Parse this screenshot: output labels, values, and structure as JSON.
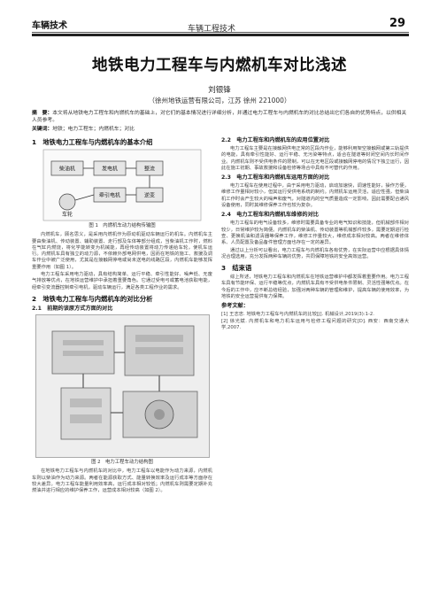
{
  "header": {
    "tag": "车辆技术",
    "section": "车辆工程技术",
    "page": "29"
  },
  "article": {
    "title": "地铁电力工程车与内燃机车对比浅述",
    "author": "刘银锋",
    "affiliation": "（徐州地铁运营有限公司，江苏 徐州 221000）",
    "abstract_label": "摘　要：",
    "abstract": "本文将从地铁电力工程车和内燃机车的基础上，对它们的基本情况进行详细分析，并通过电力工程车与内燃机车的对比总结出它们各自的优势特点，以供相关人员参考。",
    "keywords_label": "关键词：",
    "keywords": "地铁；电力工程车；内燃机车；对比"
  },
  "left": {
    "s1": "1　地铁电力工程车与内燃机车的基本介绍",
    "fig1_caption": "图 1　内燃机车动力结构传输图",
    "fig1_labels": [
      "柴油机",
      "发电机",
      "整流",
      "逆变",
      "牵引电机",
      "车轮"
    ],
    "p1": "内燃机车，顾名思义，是采用内燃机作为原动机驱动车辆运行的机车。内燃机车主要由柴油机、传动装置、辅助装置、走行部及车体等部分组成，当柴油机工作时，燃料在气缸内燃烧，将化学能转变为机械能，再经传动装置将动力传递给车轮，使机车运行。内燃机车具有独立的动力源，不依赖外部电网供电，因而在地铁的施工、救援及调车作业中被广泛使用，尤其是在接触网停电或尚未送电的线路区段，内燃机车能够发挥重要作用（如图 1）。",
    "p2": "电力工程车采用电力驱动，具有结构简单、运行平稳、牵引性能好、噪声低、无废气排放等优点，在地铁运营维护中承担着重要角色。它通过受电弓或蓄电池获取电能，经牵引变流器控制牵引电机，驱动车辆运行，满足各类工程作业的需求。",
    "s2": "2　地铁电力工程车与内燃机车的对比分析",
    "s21": "2.1　前期的该原方式方面的对比",
    "fig2_caption": "图 2　电力工程车动力结构图",
    "p3": "在地铁电力工程车与内燃机车的对比中，电力工程车以电能作为动力来源，内燃机车则以柴油作为动力来源。两者在能源获取方式、能量转换效率及运行成本等方面存在较大差异。电力工程车能量利用效率高，运行成本相对较低；内燃机车则需要定期补充燃油并进行相应的维护保养工作，运营成本相对较高（如图 2）。"
  },
  "right": {
    "s22": "2.2　电力工程车和内燃机车的应用位置对比",
    "p4": "电力工程车主要是在接触网供电正常的区段内作业，能够利用架空接触网或第三轨提供的电能，具有牵引性能好、运行平稳、无污染等特点，适合在隧道等封闭空间内长时间作业。内燃机车则不受供电条件的限制，可以在无电区段或接触网停电的情况下独立运行，因此在施工初期、事故救援和设备检修等场合中具有不可替代的作用。",
    "s23": "2.3　电力工程车和内燃机车运用方面的对比",
    "p5": "电力工程车在使用过程中，由于采用电力驱动，启动加速快，调速性能好，操作方便，维修工作量相对较小，但其运行受供电系统的制约。内燃机车运用灵活，适应性强，但柴油机工作时会产生较大的噪声和废气，对隧道内的空气质量造成一定影响，因此需要配合通风设备使用，同时其维修保养工作也较为复杂。",
    "s24": "2.4　电力工程车和内燃机车维修的对比",
    "p6": "电力工程车的电气设备较多，维修时需要具备专业的电气知识和技能，但机械部件相对较少，日常维护较为简便。内燃机车的柴油机、传动装置等机械部件较多，需要定期进行检查、更换机油和滤清器等保养工作，维修工作量较大，维修成本相对较高。两者在维修体系、人员配置及备品备件管理方面也存在一定的差异。",
    "p7": "通过以上分析可以看出，电力工程车与内燃机车各有优势，在实际运营中应根据具体情况合理选用，充分发挥两种车辆的优势，共同保障地铁的安全高效运营。",
    "s3": "3　结束语",
    "p8": "综上所述，地铁电力工程车和内燃机车在地铁运营维护中都发挥着重要作用。电力工程车具有节能环保、运行平稳等优点，内燃机车具有不受供电条件限制、灵活性强等优点。在今后的工作中，应不断总结经验，加强对两种车辆的管理和维护，提高车辆的使用效率，为地铁的安全运营提供有力保障。",
    "refs_title": "参考文献：",
    "ref1": "[1] 王志忠. 地铁电力工程车与内燃机车的比较[J]. 机械设计,2019(3):1-2.",
    "ref2": "[2] 徐光斌. 内燃机车和电力机车运用与检修工程问题的研究[D]. 西安：西南交通大学,2007."
  },
  "colors": {
    "text": "#222222",
    "rule": "#222222",
    "figure_fill": "#f1f1f1"
  }
}
